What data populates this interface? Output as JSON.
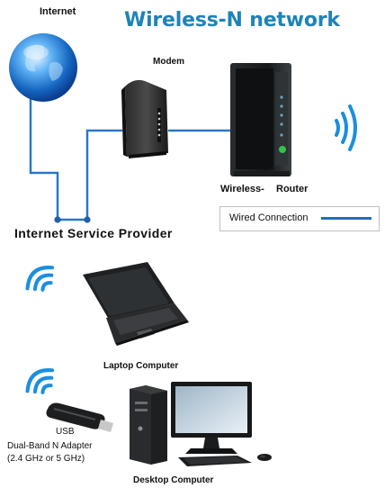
{
  "title": "Wireless-N network",
  "labels": {
    "internet": "Internet",
    "modem": "Modem",
    "router_left": "Wireless-",
    "router_right": "Router",
    "isp": "Internet Service Provider",
    "laptop": "Laptop Computer",
    "usb_line1": "USB",
    "usb_line2": "Dual-Band N Adapter",
    "usb_line3": "(2.4 GHz or 5 GHz)",
    "desktop": "Desktop Computer"
  },
  "legend": {
    "text": "Wired Connection",
    "color": "#1f6fc0"
  },
  "colors": {
    "title": "#1f83b8",
    "wire": "#2a78c6",
    "wifi": "#1a8fe0",
    "globe": "#1565c0"
  }
}
